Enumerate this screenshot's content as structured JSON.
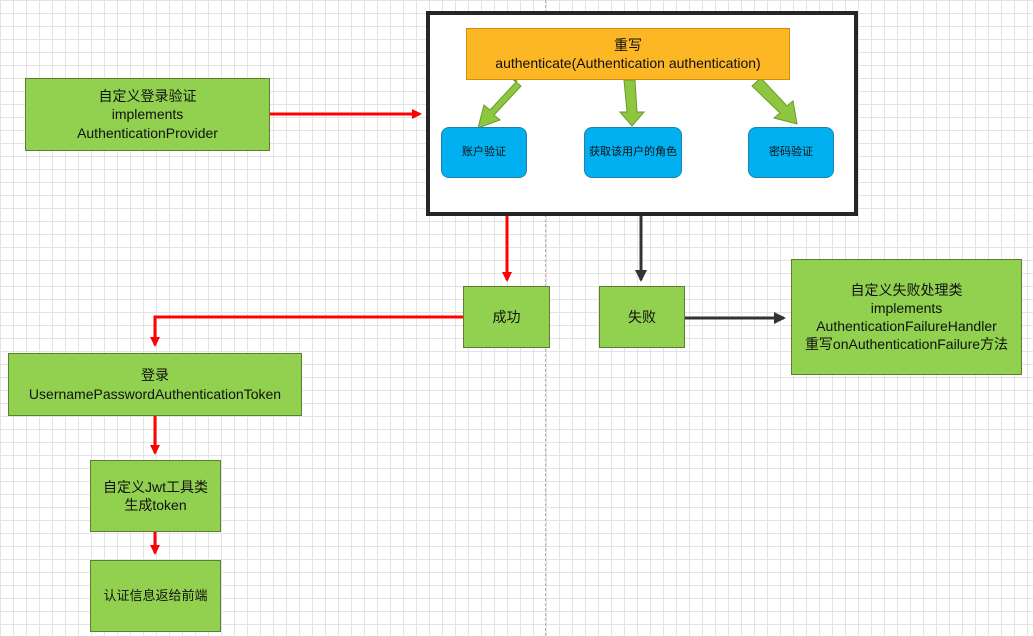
{
  "nodes": {
    "custom_auth": [
      "自定义登录验证",
      "implements",
      "AuthenticationProvider"
    ],
    "override": [
      "重写",
      "authenticate(Authentication authentication)"
    ],
    "account_check": "账户验证",
    "get_roles": "获取该用户的角色",
    "password_check": "密码验证",
    "success": "成功",
    "failure": "失败",
    "failure_handler": [
      "自定义失败处理类",
      "implements",
      "AuthenticationFailureHandler",
      "重写onAuthenticationFailure方法"
    ],
    "login_token": [
      "登录",
      "UsernamePasswordAuthenticationToken"
    ],
    "jwt_util": [
      "自定义Jwt工具类",
      "生成token"
    ],
    "return_frontend": "认证信息返给前端"
  },
  "colors": {
    "box_fill": "#92d050",
    "method_fill": "#fdb724",
    "step_fill": "#00b0f0",
    "success_path": "#ff0000",
    "failure_path": "#333333",
    "inner_arrow": "#8dc63f"
  }
}
